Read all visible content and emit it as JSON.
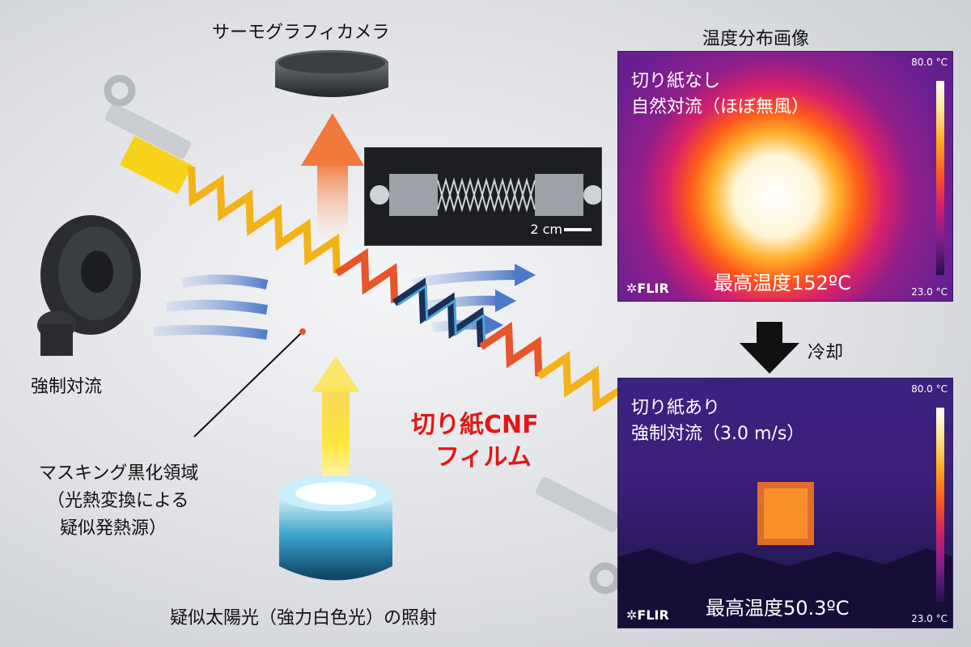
{
  "labels": {
    "camera": "サーモグラフィカメラ",
    "thermal_title": "温度分布画像",
    "forced_convection": "強制対流",
    "kirigami_film_line1": "切り紙CNF",
    "kirigami_film_line2": "フィルム",
    "masking_line1": "マスキング黒化領域",
    "masking_line2": "（光熱変換による",
    "masking_line3": "疑似発熱源）",
    "light_source": "疑似太陽光（強力白色光）の照射",
    "cooling": "冷却",
    "photo_scale": "2 cm"
  },
  "panels": [
    {
      "line1": "切り紙なし",
      "line2": "自然対流（ほぼ無風）",
      "max_temp": "最高温度152ºC",
      "scale_max": "80.0 °C",
      "scale_min": "23.0 °C",
      "brand": "FLIR"
    },
    {
      "line1": "切り紙あり",
      "line2": "強制対流（3.0 m/s）",
      "max_temp": "最高温度50.3ºC",
      "scale_max": "80.0 °C",
      "scale_min": "23.0 °C",
      "brand": "FLIR"
    }
  ],
  "colors": {
    "accent_red": "#e01818",
    "thermal_purple": "#551b86",
    "film_yellow": "#f7d21a"
  }
}
